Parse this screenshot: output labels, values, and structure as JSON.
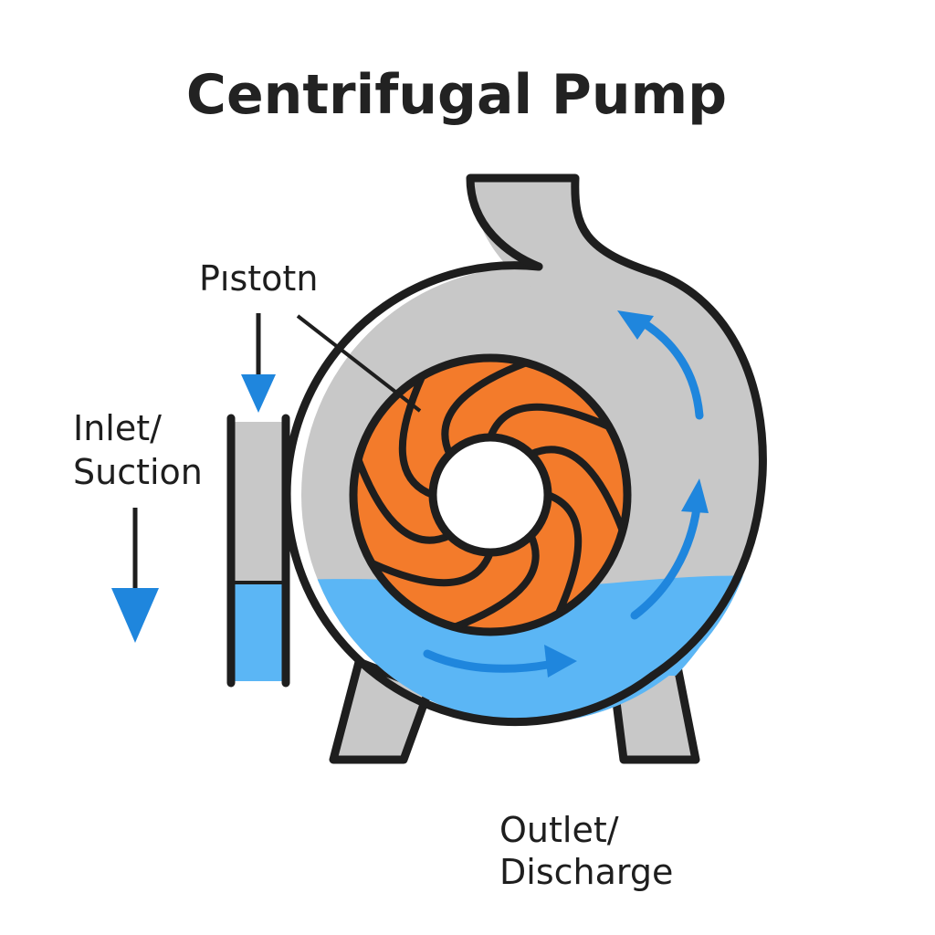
{
  "title": "Centrifugal Pump",
  "labels": {
    "impeller_callout": "Pıstotn",
    "inlet_line1": "Inlet/",
    "inlet_line2": "Suction",
    "outlet_line1": "Outlet/",
    "outlet_line2": "Discharge"
  },
  "colors": {
    "casing": "#c8c8c8",
    "outline": "#1e1e1e",
    "impeller": "#f37b2b",
    "water": "#5bb6f5",
    "arrow": "#1f86dd",
    "background": "#ffffff"
  },
  "impeller": {
    "blade_count": 8
  }
}
